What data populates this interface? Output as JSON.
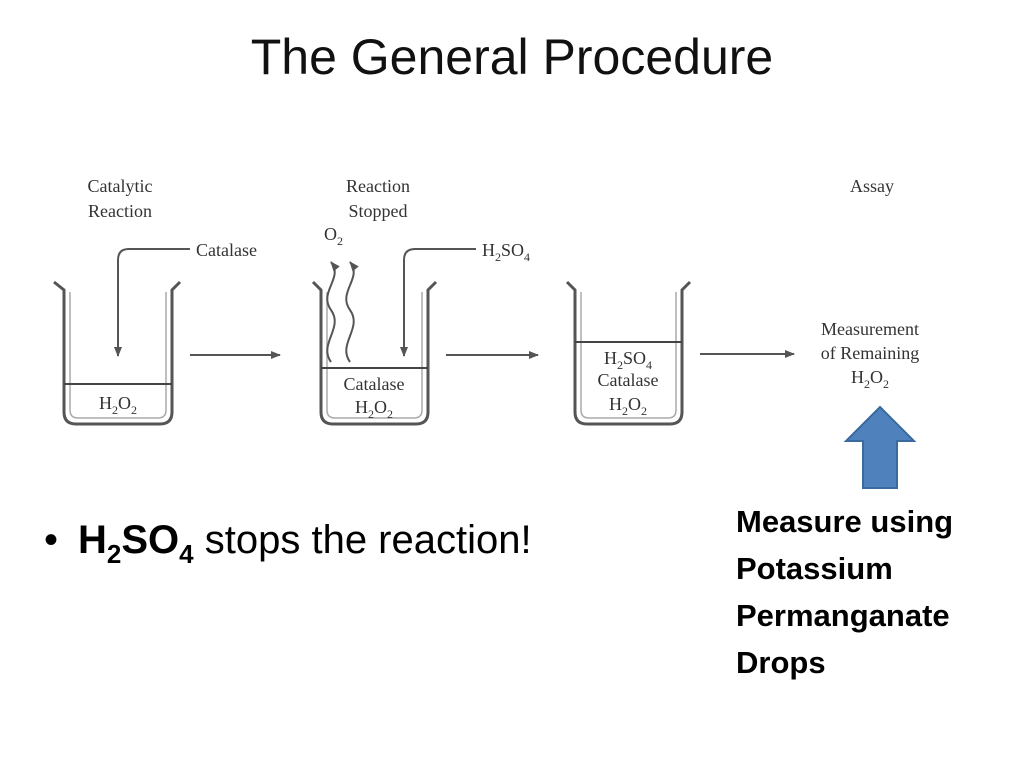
{
  "slide": {
    "title": "The General Procedure"
  },
  "diagram": {
    "step1_label_line1": "Catalytic",
    "step1_label_line2": "Reaction",
    "step2_label_line1": "Reaction",
    "step2_label_line2": "Stopped",
    "step3_label": "Assay",
    "catalase_input": "Catalase",
    "o2_base": "O",
    "o2_sub": "2",
    "acid_input": {
      "base1": "H",
      "sub1": "2",
      "base2": "SO",
      "sub2": "4"
    },
    "beaker1_contents": {
      "base1": "H",
      "sub1": "2",
      "base2": "O",
      "sub2": "2"
    },
    "beaker2_contents": {
      "line1": "Catalase",
      "line2": {
        "base1": "H",
        "sub1": "2",
        "base2": "O",
        "sub2": "2"
      }
    },
    "beaker3_contents": {
      "line1": {
        "base1": "H",
        "sub1": "2",
        "base2": "SO",
        "sub2": "4"
      },
      "line2": "Catalase",
      "line3": {
        "base1": "H",
        "sub1": "2",
        "base2": "O",
        "sub2": "2"
      }
    },
    "measurement_line1": "Measurement",
    "measurement_line2": "of Remaining",
    "measurement_line3": {
      "base1": "H",
      "sub1": "2",
      "base2": "O",
      "sub2": "2"
    },
    "pointer_arrow_color": "#4f81bd"
  },
  "bullet": {
    "formula": {
      "base1": "H",
      "sub1": "2",
      "base2": "SO",
      "sub2": "4"
    },
    "text": " stops the reaction!"
  },
  "note": {
    "line1": "Measure using",
    "line2": "Potassium",
    "line3": "Permanganate",
    "line4": "Drops"
  }
}
